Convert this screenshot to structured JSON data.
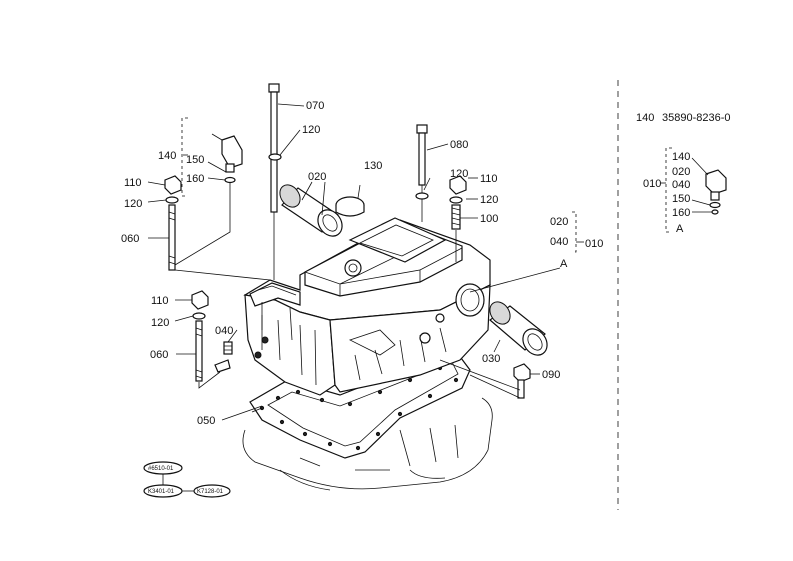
{
  "callouts": {
    "c070": "070",
    "c120a": "120",
    "c080": "080",
    "c140": "140",
    "c150": "150",
    "c160": "160",
    "c130": "130",
    "c020": "020",
    "c110a": "110",
    "c120b": "120",
    "c120c": "120",
    "c110b": "110",
    "c120d": "120",
    "c100": "100",
    "c060a": "060",
    "c110c": "110",
    "c120e": "120",
    "c040": "040",
    "c060b": "060",
    "c030": "030",
    "c090": "090",
    "c050": "050",
    "group_020": "020",
    "group_040": "040",
    "group_010": "010",
    "group_a": "A"
  },
  "inset": {
    "header_item": "140",
    "header_part": "35890-8236-0",
    "c140": "140",
    "c020": "020",
    "c010": "010",
    "c040": "040",
    "c150": "150",
    "c160": "160",
    "label_a": "A"
  },
  "serial_badges": {
    "top": "#6510-01",
    "left": "K3401-01",
    "right": "K7128-01"
  }
}
